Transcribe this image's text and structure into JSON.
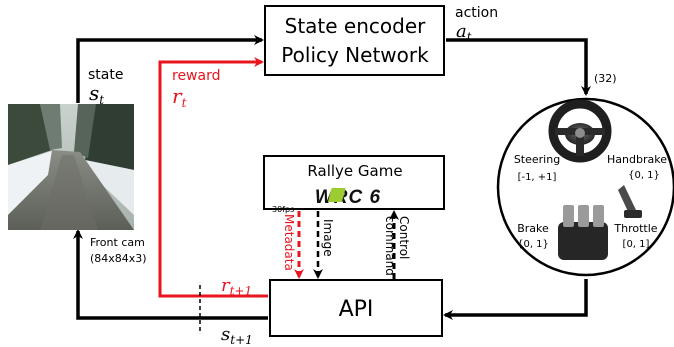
{
  "encoder": {
    "line1": "State encoder",
    "line2": "Policy Network"
  },
  "action": {
    "label": "action",
    "symbol": "a",
    "sub": "t"
  },
  "state": {
    "label": "state",
    "symbol": "s",
    "sub": "t"
  },
  "reward": {
    "label": "reward",
    "symbol": "r",
    "sub": "t"
  },
  "game": {
    "title": "Rallye Game",
    "logo": "WRC 6",
    "fps": "30fps"
  },
  "api": {
    "label": "API"
  },
  "arrows": {
    "metadata": "Metadata",
    "image": "Image",
    "control_line1": "Control",
    "control_line2": "command"
  },
  "next_reward": {
    "symbol": "r",
    "sub": "t+1"
  },
  "next_state": {
    "symbol": "s",
    "sub": "t+1"
  },
  "camera": {
    "line1": "Front cam",
    "line2": "(84x84x3)"
  },
  "controls": {
    "count": "(32)",
    "steering": {
      "label": "Steering",
      "range": "[-1, +1]"
    },
    "handbrake": {
      "label": "Handbrake",
      "range": "{0, 1}"
    },
    "brake": {
      "label": "Brake",
      "range": "{0, 1}"
    },
    "throttle": {
      "label": "Throttle",
      "range": "[0, 1]"
    }
  },
  "colors": {
    "reward": "#e8141e",
    "lines": "#000000",
    "logo_accent": "#9ccc2f"
  }
}
